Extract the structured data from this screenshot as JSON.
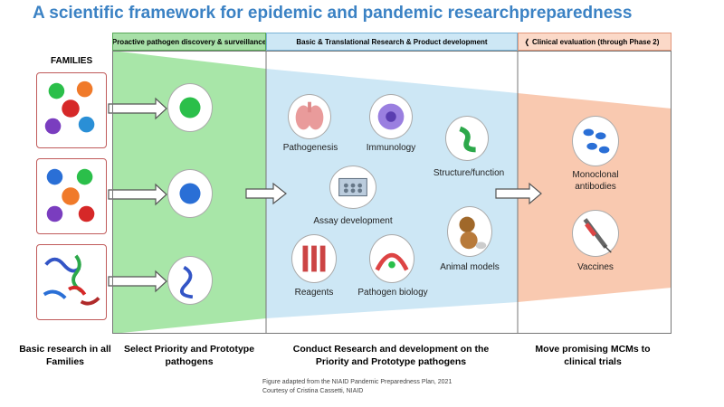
{
  "title": "A scientific framework for epidemic and pandemic researchpreparedness",
  "stages": [
    {
      "label": "Proactive pathogen discovery & surveillance",
      "color": "#a8e0a8"
    },
    {
      "label": "Basic & Translational Research & Product development",
      "color": "#cde7f5"
    },
    {
      "label": "Clinical evaluation (through Phase 2)",
      "color": "#fbd9c8"
    }
  ],
  "families_label": "FAMILIES",
  "topics": {
    "pathogenesis": "Pathogenesis",
    "immunology": "Immunology",
    "structure": "Structure/function",
    "assay": "Assay development",
    "reagents": "Reagents",
    "pathogen_biology": "Pathogen biology",
    "animal_models": "Animal models"
  },
  "outcomes": {
    "monoclonal": "Monoclonal antibodies",
    "vaccines": "Vaccines"
  },
  "bottom_labels": {
    "basic": "Basic research in all Families",
    "select": "Select Priority and Prototype pathogens",
    "conduct": "Conduct Research and development on the Priority and Prototype pathogens",
    "move": "Move promising MCMs to clinical trials"
  },
  "credit": {
    "line1": "Figure adapted from the NIAID Pandemic Preparedness Plan, 2021",
    "line2": "Courtesy of Cristina Cassetti, NIAID"
  }
}
